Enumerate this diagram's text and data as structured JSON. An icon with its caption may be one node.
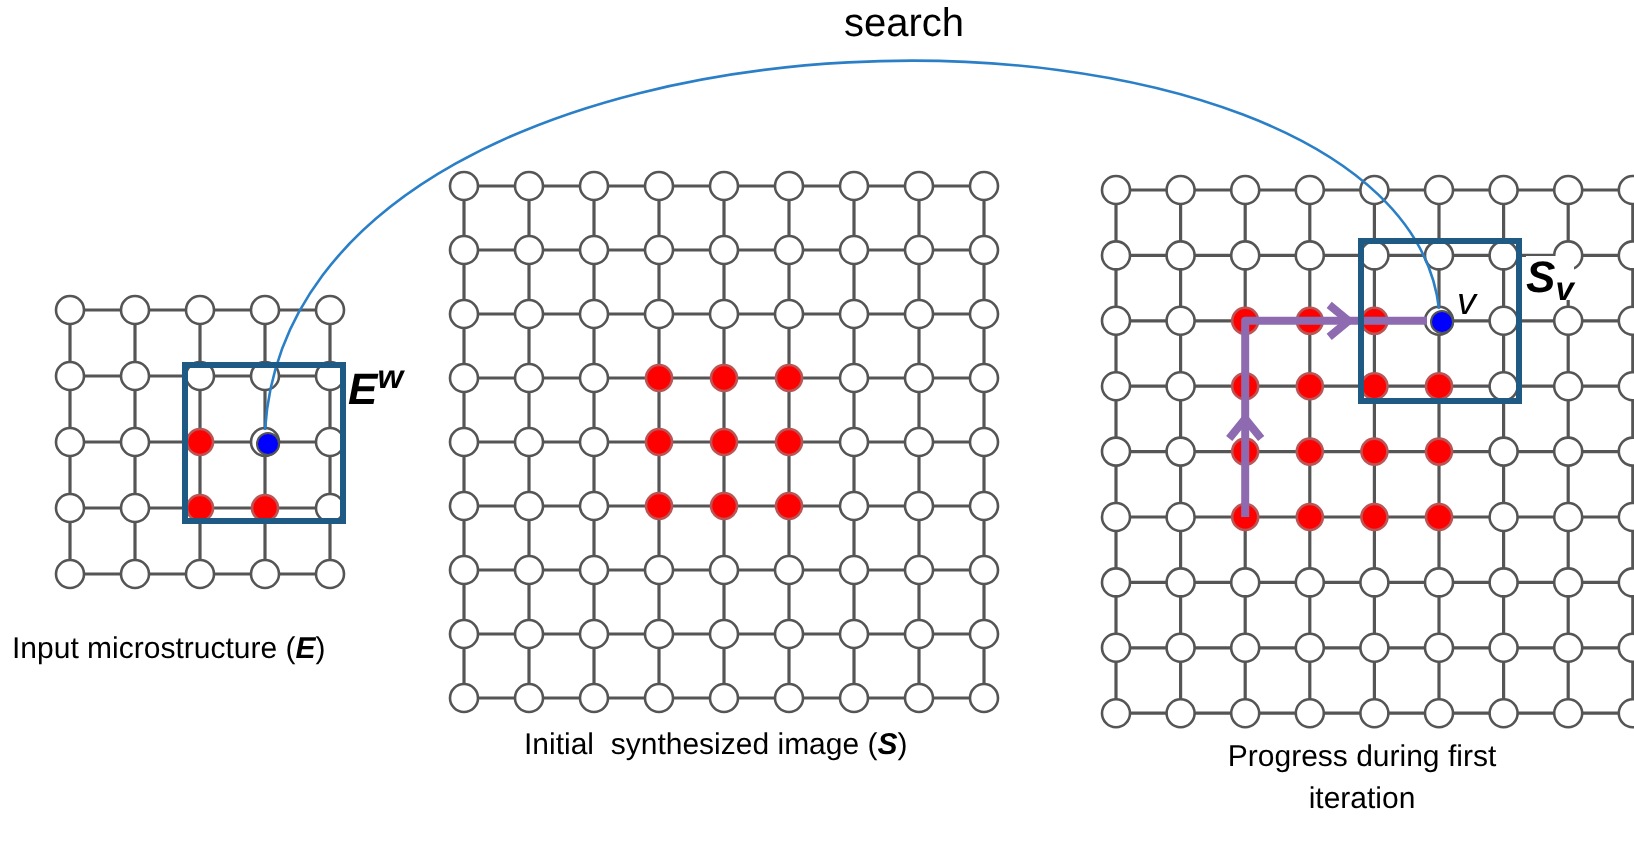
{
  "diagram": {
    "nodes": [
      {
        "text": [
          "E$^{w}$"
        ]
      },
      {
        "text": [
          "S$_{v}$"
        ]
      },
      {
        "text": [],
        "shape": "circle",
        "in": 0
      },
      {
        "text": [],
        "shape": "circle",
        "in": 1,
        "beside": [
          "v"
        ]
      }
    ],
    "edges": [
      {
        "from": 2,
        "to": 3,
        "arrow": "none",
        "label": "search"
      }
    ],
    "labels": [
      "Input microstructure (**E**)",
      "Initial  synthesized image (**S**)",
      "Progress during first iteration"
    ]
  }
}
